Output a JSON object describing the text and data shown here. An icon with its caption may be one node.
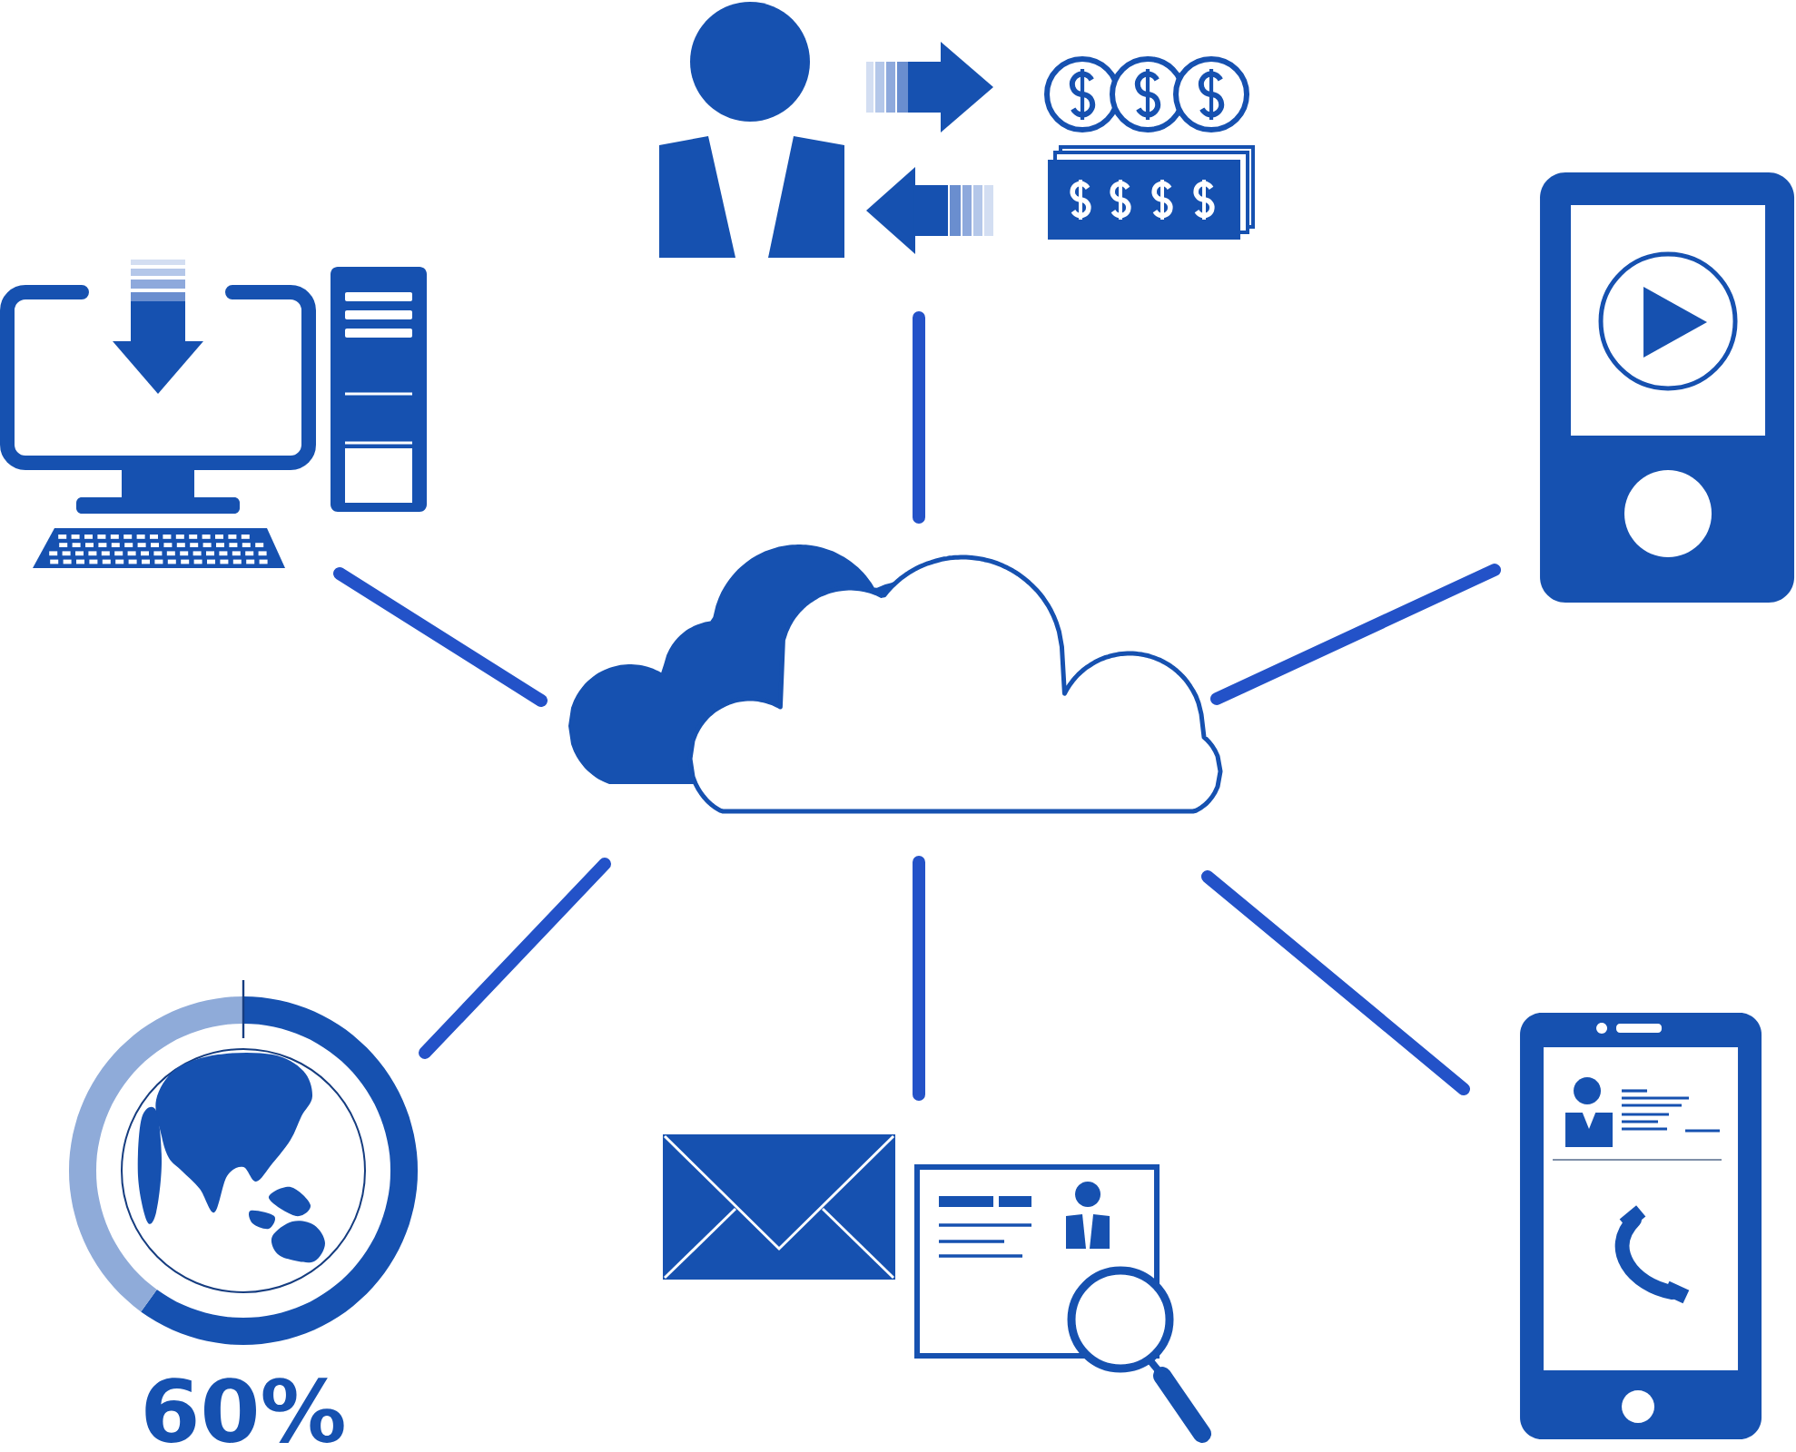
{
  "diagram": {
    "nodes": [
      {
        "text": [],
        "shape": "cloud"
      },
      {
        "text": [],
        "shape": "picture"
      },
      {
        "text": [],
        "shape": "picture"
      },
      {
        "text": [],
        "shape": "picture"
      },
      {
        "text": [],
        "shape": "picture",
        "beside": [
          "60%"
        ]
      },
      {
        "text": [],
        "shape": "picture"
      },
      {
        "text": [],
        "shape": "picture"
      }
    ],
    "edges": [
      {
        "from": 0,
        "to": 1,
        "arrow": "none"
      },
      {
        "from": 0,
        "to": 2,
        "arrow": "none"
      },
      {
        "from": 0,
        "to": 3,
        "arrow": "none"
      },
      {
        "from": 0,
        "to": 4,
        "arrow": "none"
      },
      {
        "from": 0,
        "to": 5,
        "arrow": "none"
      },
      {
        "from": 0,
        "to": 6,
        "arrow": "none"
      }
    ]
  }
}
